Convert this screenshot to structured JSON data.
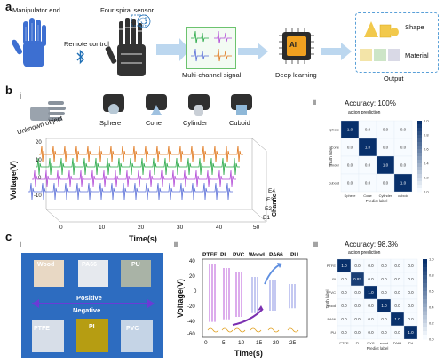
{
  "panel_a": {
    "letter": "a",
    "manipulator_label": "Manipulator end",
    "remote_label": "Remote control",
    "sensor_label": "Four spiral sensor",
    "signal_label": "Multi-channel signal",
    "learning_label": "Deep learning",
    "chip_label": "AI",
    "output_label": "Output",
    "shape_label": "Shape",
    "material_label": "Material"
  },
  "panel_b": {
    "letter": "b",
    "sub_i": "i",
    "sub_ii": "ii",
    "unknown_label": "Unknown object",
    "objects": [
      "Sphere",
      "Cone",
      "Cylinder",
      "Cuboid"
    ],
    "ylabel": "Voltage(V)",
    "xlabel": "Time(s)",
    "channel_label": "Channel",
    "channels": [
      "E4",
      "E3",
      "E2",
      "E1"
    ],
    "x_ticks": [
      "0",
      "10",
      "20",
      "30",
      "40",
      "50"
    ],
    "y_ticks": [
      "20",
      "10",
      "0",
      "-10"
    ],
    "matrix_title": "Accuracy: 100%",
    "matrix_subtitle": "action prediction",
    "matrix_xlabel": "Predict label",
    "matrix_ylabel": "Truth label",
    "matrix_classes": [
      "Sphere",
      "Cone",
      "Cylinder",
      "cuboid"
    ],
    "matrix_values": [
      [
        "1.0",
        "0.0",
        "0.0",
        "0.0"
      ],
      [
        "0.0",
        "1.0",
        "0.0",
        "0.0"
      ],
      [
        "0.0",
        "0.0",
        "1.0",
        "0.0"
      ],
      [
        "0.0",
        "0.0",
        "0.0",
        "1.0"
      ]
    ],
    "colorbar_ticks": [
      "1.0",
      "0.8",
      "0.6",
      "0.4",
      "0.2",
      "0.0"
    ]
  },
  "panel_c": {
    "letter": "c",
    "sub_i": "i",
    "sub_ii": "ii",
    "sub_iii": "iii",
    "materials_top": [
      "Wood",
      "PA66",
      "PU"
    ],
    "materials_bottom": [
      "PTFE",
      "PI",
      "PVC"
    ],
    "positive_label": "Positive",
    "negative_label": "Negative",
    "plot_materials": [
      "PTFE",
      "PI",
      "PVC",
      "Wood",
      "PA66",
      "PU"
    ],
    "ylabel": "Voltage(V)",
    "xlabel": "Time(s)",
    "x_ticks": [
      "0",
      "5",
      "10",
      "15",
      "20",
      "25"
    ],
    "y_ticks": [
      "40",
      "20",
      "0",
      "-20",
      "-40",
      "-60"
    ],
    "matrix_title": "Accuracy: 98.3%",
    "matrix_subtitle": "action prediction",
    "matrix_xlabel": "Predict label",
    "matrix_ylabel": "Truth label",
    "matrix_classes": [
      "PTFE",
      "PI",
      "PVC",
      "wood",
      "PA66",
      "PU"
    ],
    "matrix_values": [
      [
        "1.0",
        "0.0",
        "0.0",
        "0.0",
        "0.0",
        "0.0"
      ],
      [
        "0.0",
        "0.93",
        "0.0",
        "0.0",
        "0.0",
        "0.0"
      ],
      [
        "0.0",
        "0.0",
        "1.0",
        "0.0",
        "0.0",
        "0.0"
      ],
      [
        "0.0",
        "0.0",
        "0.0",
        "1.0",
        "0.0",
        "0.0"
      ],
      [
        "0.0",
        "0.0",
        "0.0",
        "0.0",
        "1.0",
        "0.0"
      ],
      [
        "0.0",
        "0.0",
        "0.0",
        "0.0",
        "0.0",
        "1.0"
      ]
    ],
    "colorbar_ticks": [
      "1.0",
      "0.8",
      "0.6",
      "0.4",
      "0.2",
      "0.0"
    ]
  },
  "colors": {
    "accent_blue": "#1f6fb5",
    "glove_blue": "#3d6fd1",
    "arrow_light": "#bcd7ef",
    "trace_orange": "#e0771c",
    "trace_green": "#27a845",
    "trace_purple": "#b148d6",
    "trace_blue": "#5a6fd8"
  }
}
